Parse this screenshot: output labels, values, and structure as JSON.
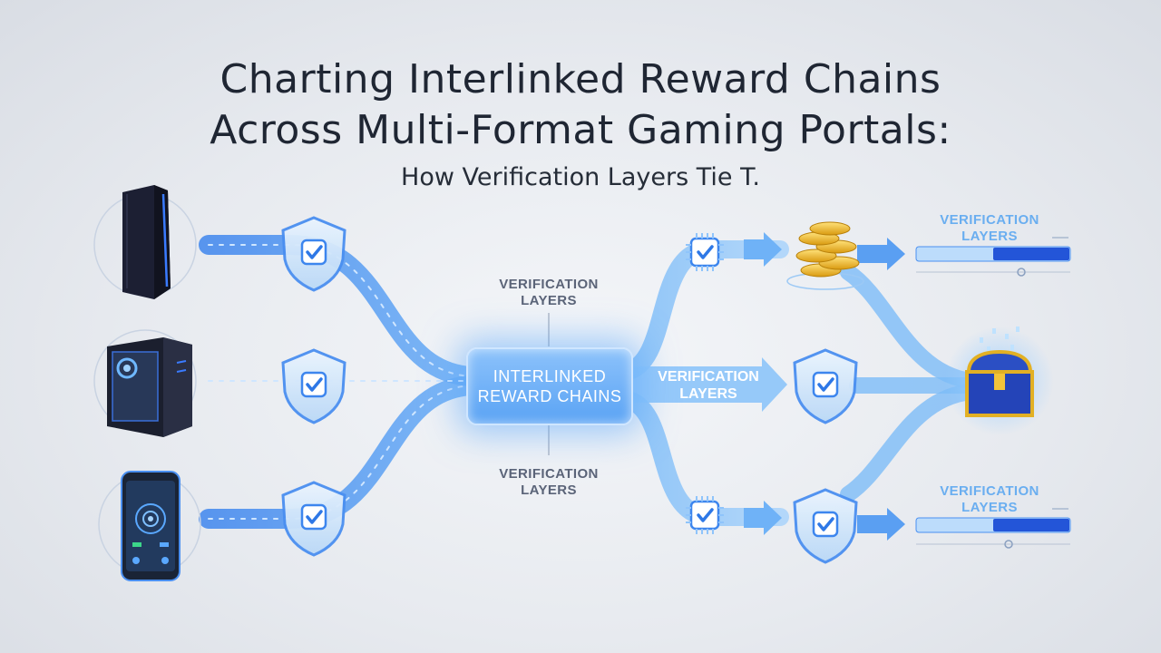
{
  "title": {
    "line1": "Charting Interlinked Reward Chains",
    "line2": "Across Multi-Format Gaming Portals:",
    "subtitle": "How Verification Layers Tie T."
  },
  "hub": {
    "label": "INTERLINKED REWARD CHAINS"
  },
  "labels": {
    "top_center": "VERIFICATION LAYERS",
    "bottom_center": "VERIFICATION LAYERS",
    "arrow_middle": "VERIFICATION LAYERS",
    "top_right": "VERIFICATION LAYERS",
    "bottom_right": "VERIFICATION LAYERS"
  },
  "sources": [
    {
      "name": "console",
      "icon": "game-console-icon"
    },
    {
      "name": "desktop-pc",
      "icon": "desktop-tower-icon"
    },
    {
      "name": "smartphone",
      "icon": "mobile-phone-icon"
    }
  ],
  "rewards": [
    {
      "name": "coins",
      "icon": "gold-coin-stack-icon"
    },
    {
      "name": "treasure-chest",
      "icon": "treasure-chest-icon"
    }
  ],
  "progress": {
    "top_fill": 0.5,
    "bottom_fill": 0.5
  },
  "colors": {
    "flow_blue": "#4a8ff0",
    "flow_light": "#8fc4fb",
    "shield_fill": "#d7e9fb",
    "shield_stroke": "#4a8ff0",
    "progress_dark": "#2355d8",
    "progress_light": "#bcdcfb",
    "title_text": "#1f2633"
  }
}
